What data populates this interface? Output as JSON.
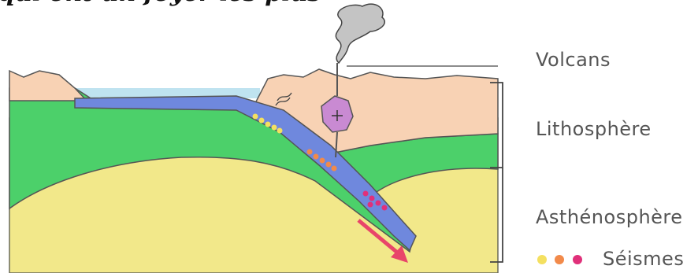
{
  "header": {
    "partial_text": "qui ont un foyer les plus profonds."
  },
  "labels": {
    "volcans": "Volcans",
    "lithosphere": "Lithosphère",
    "asthenosphere": "Asthénosphère",
    "seismes": "Séismes"
  },
  "colors": {
    "lithosphere": "#4cd06a",
    "asthenosphere": "#f2e88a",
    "crust": "#f8d2b4",
    "ocean": "#bfe3f0",
    "oceanic_plate": "#6f88dd",
    "magma": "#c98ad2",
    "arrow": "#e8456a",
    "seisme_shallow": "#f4e060",
    "seisme_mid": "#f28a4a",
    "seisme_deep": "#e0307a"
  }
}
